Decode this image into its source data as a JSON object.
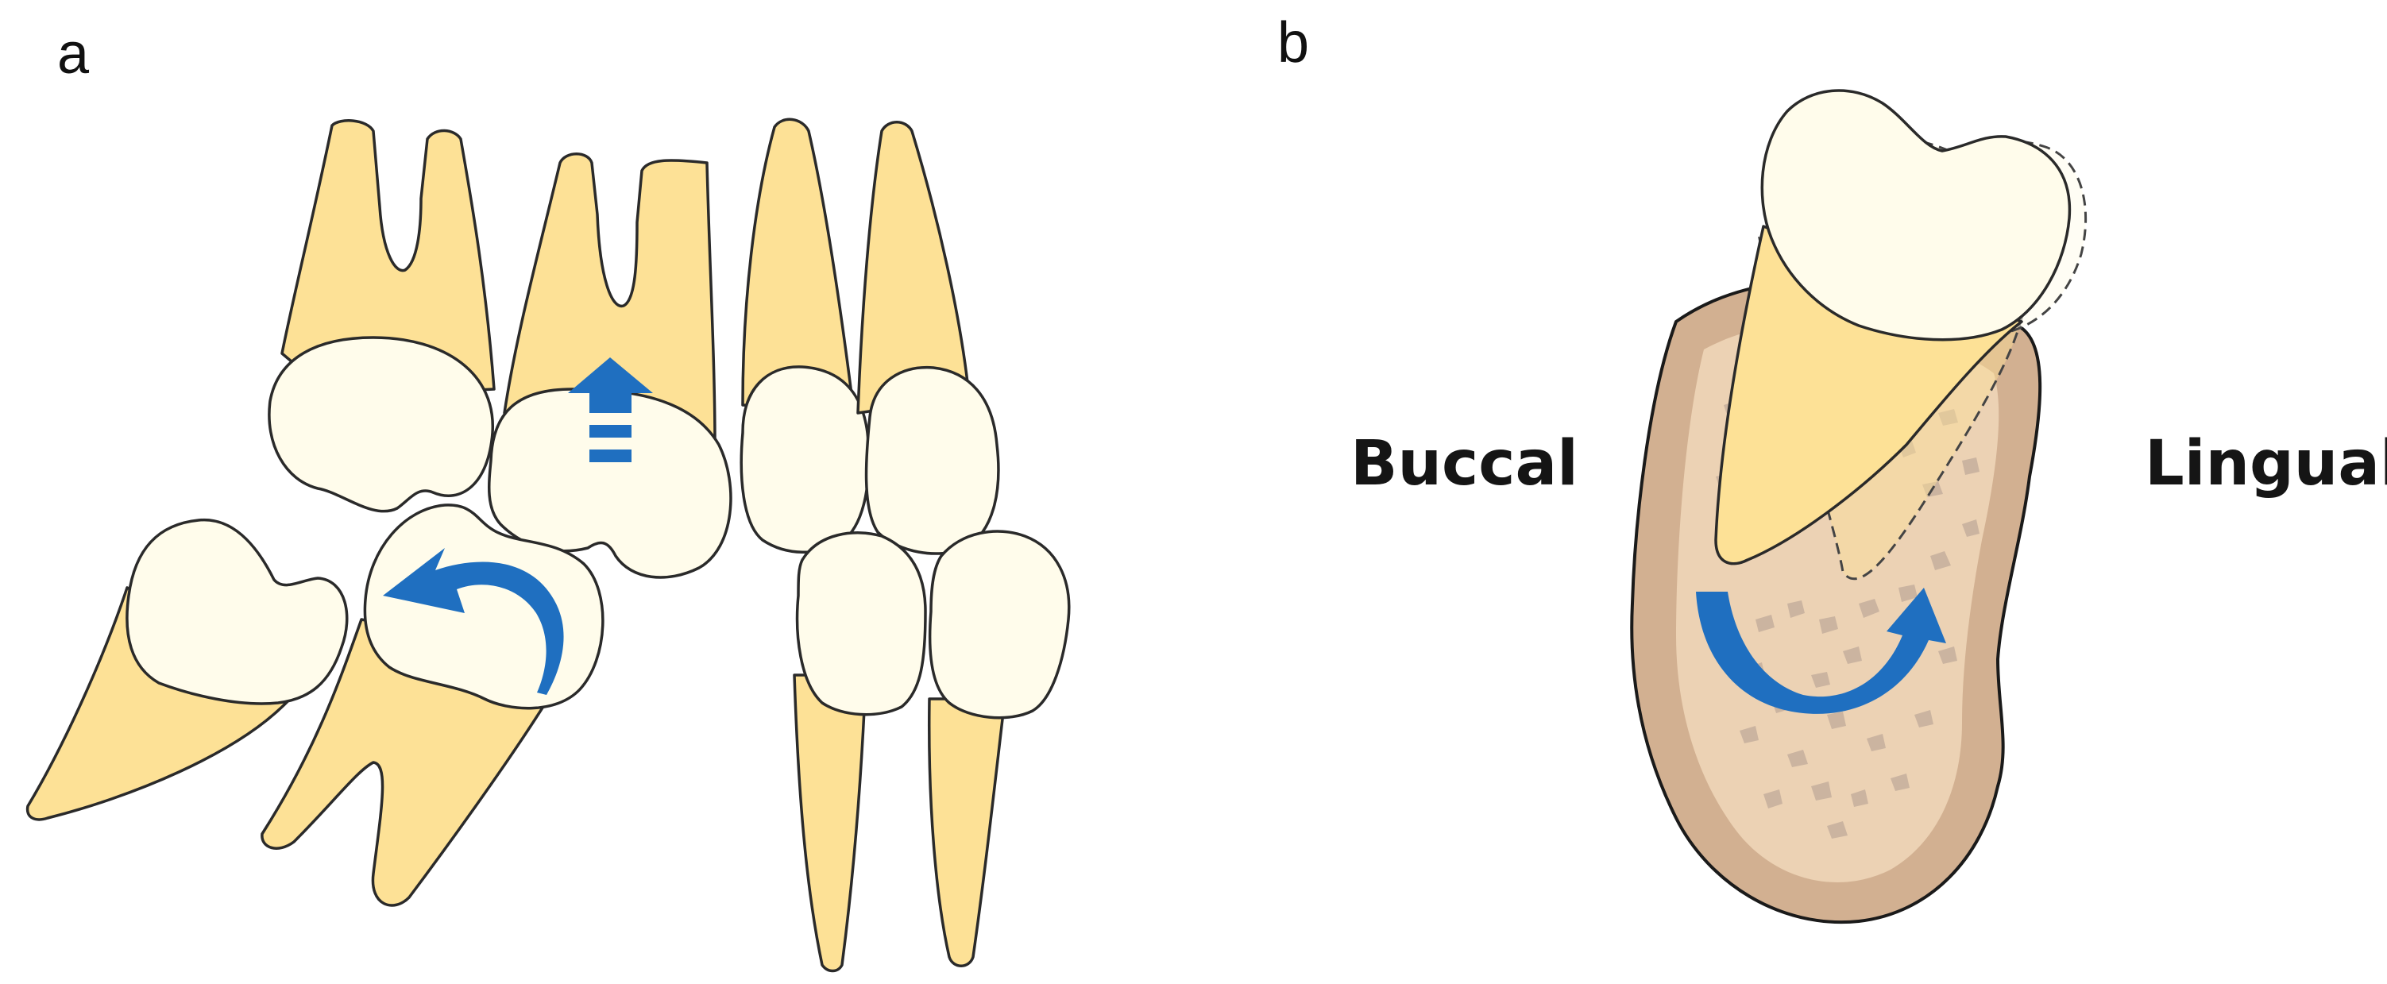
{
  "panels": {
    "a": {
      "label": "a"
    },
    "b": {
      "label": "b"
    }
  },
  "labels": {
    "buccal": "Buccal",
    "lingual": "Lingual"
  },
  "colors": {
    "root": "#fde196",
    "crown": "#fffceb",
    "arrow": "#1f6fc0",
    "bone_outer": "#d2b091",
    "bone_inner": "#ecd2b4",
    "bone_trabecula": "#cbb4a0"
  },
  "icons": {
    "intrusion_arrow": "up-arrow-icon",
    "rotation_arrow": "curved-arrow-icon",
    "torque_arrow": "u-turn-arrow-icon"
  }
}
